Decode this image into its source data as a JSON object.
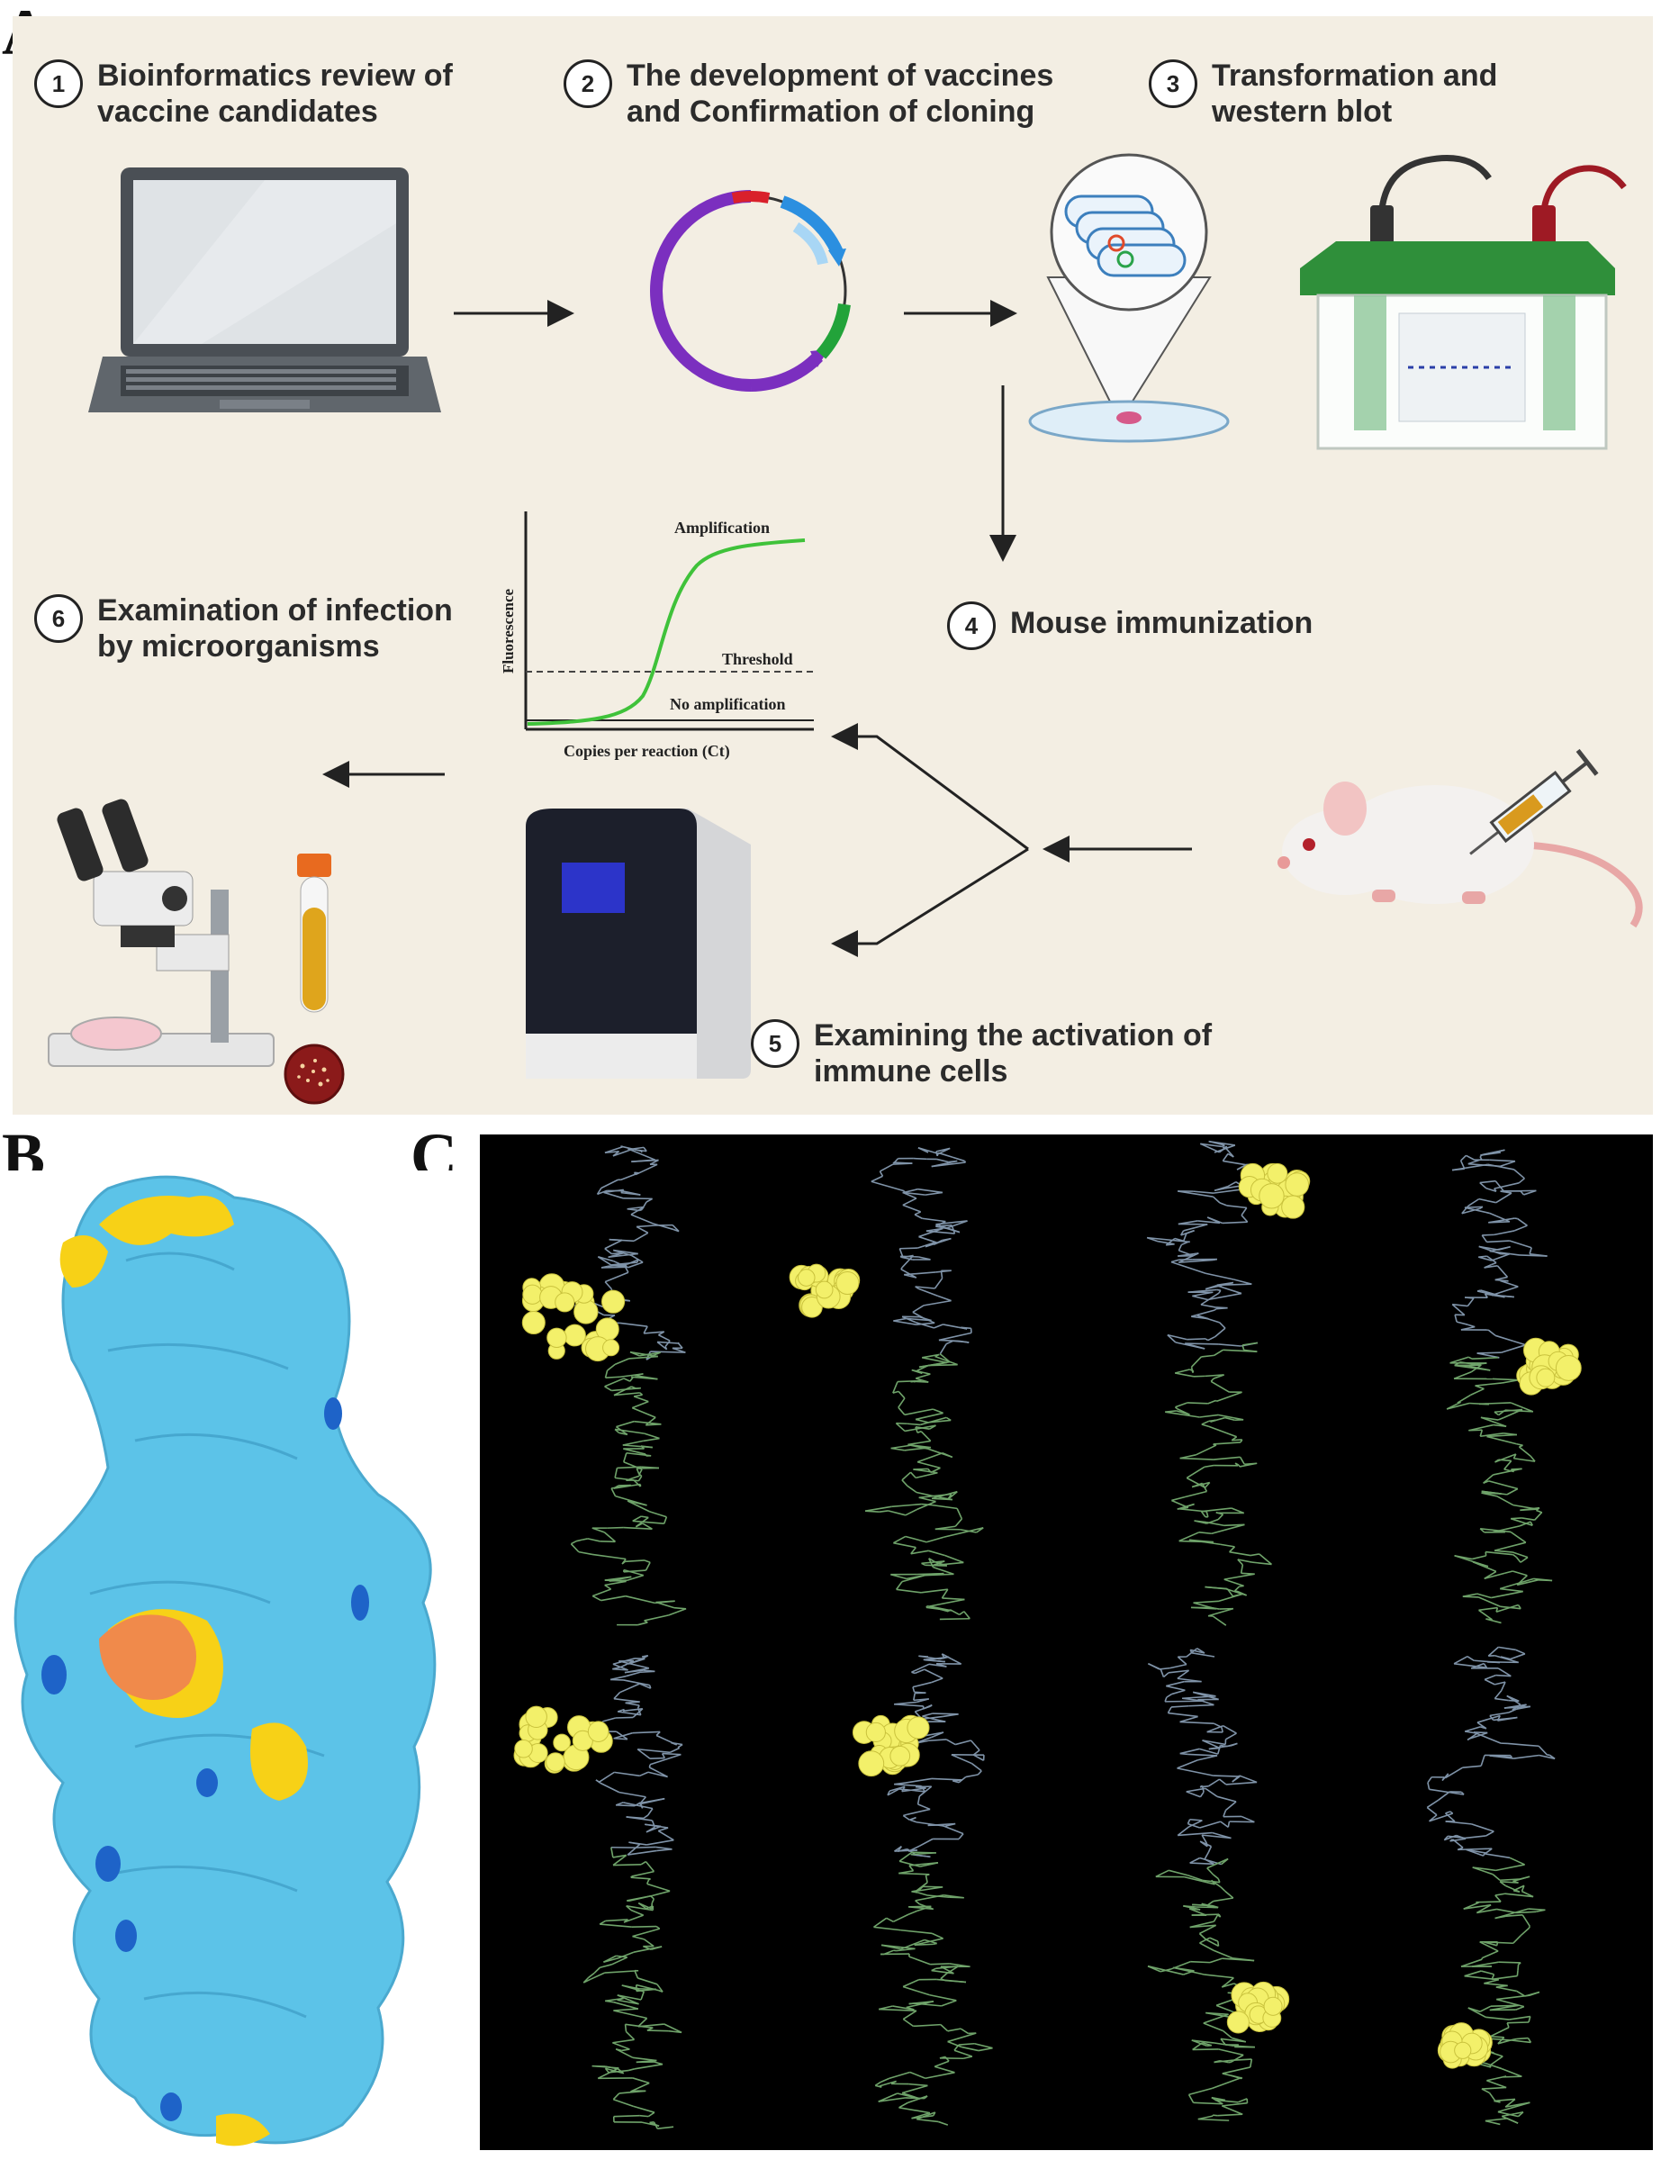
{
  "panel_labels": {
    "a": "A",
    "b": "B",
    "c": "C"
  },
  "steps": [
    {
      "num": "1",
      "text": "Bioinformatics review of\nvaccine candidates"
    },
    {
      "num": "2",
      "text": "The development of vaccines\nand Confirmation of cloning"
    },
    {
      "num": "3",
      "text": "Transformation and\nwestern blot"
    },
    {
      "num": "4",
      "text": "Mouse immunization"
    },
    {
      "num": "5",
      "text": "Examining the activation of\nimmune cells"
    },
    {
      "num": "6",
      "text": "Examination of infection\nby microorganisms"
    }
  ],
  "qpcr_chart": {
    "ylabel": "Fluorescence",
    "xlabel": "Copies per reaction (Ct)",
    "amplification": "Amplification",
    "threshold": "Threshold",
    "no_amplification": "No amplification"
  },
  "colors": {
    "background_a": "#f3eee3",
    "protein_surface": "#5cc3e8",
    "epitope_yellow": "#f7d117",
    "epitope_orange": "#f08a4b",
    "backbone_grey": "#7f93a8",
    "backbone_green": "#6fa36a",
    "epitope_spheres": "#f3f06a"
  },
  "icons": [
    "laptop-icon",
    "plasmid-icon",
    "bacteria-petri-icon",
    "western-blot-tank-icon",
    "mouse-icon",
    "syringe-icon",
    "flow-cytometer-icon",
    "microscope-icon",
    "blood-tube-icon",
    "agar-plate-icon"
  ]
}
